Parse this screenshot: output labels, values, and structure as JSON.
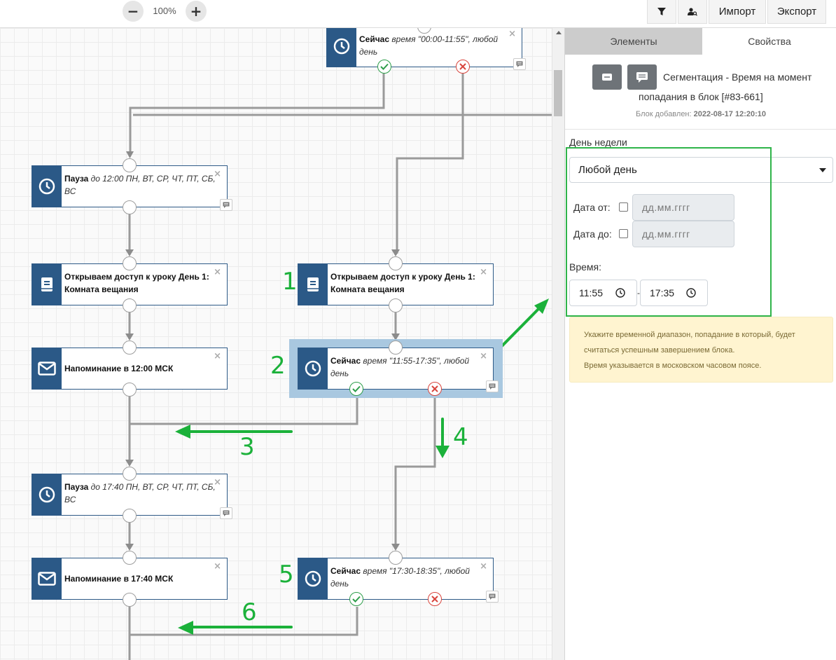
{
  "toolbar": {
    "zoom_out": "−",
    "zoom_level": "100%",
    "zoom_in": "+",
    "filter_icon": "filter-icon",
    "user_search_icon": "user-search-icon",
    "import_label": "Импорт",
    "export_label": "Экспорт"
  },
  "canvas": {
    "nodes": [
      {
        "id": "top",
        "title": "Сейчас",
        "detail": "время \"00:00-11:55\", любой день",
        "icon": "clock-icon"
      },
      {
        "id": "pause1",
        "title": "Пауза",
        "detail": "до 12:00 ПН, ВТ, СР, ЧТ, ПТ, СБ, ВС",
        "icon": "clock-icon"
      },
      {
        "id": "open_left",
        "title": "Открываем доступ к уроку День 1: Комната вещания",
        "detail": "",
        "icon": "book-icon"
      },
      {
        "id": "remind1",
        "title": "Напоминание в 12:00 МСК",
        "detail": "",
        "icon": "envelope-icon"
      },
      {
        "id": "pause2",
        "title": "Пауза",
        "detail": "до 17:40 ПН, ВТ, СР, ЧТ, ПТ, СБ, ВС",
        "icon": "clock-icon"
      },
      {
        "id": "remind2",
        "title": "Напоминание в 17:40 МСК",
        "detail": "",
        "icon": "envelope-icon"
      },
      {
        "id": "open_right",
        "title": "Открываем доступ к уроку День 1: Комната вещания",
        "detail": "",
        "icon": "book-icon"
      },
      {
        "id": "now2",
        "title": "Сейчас",
        "detail": "время \"11:55-17:35\", любой день",
        "icon": "clock-icon"
      },
      {
        "id": "now3",
        "title": "Сейчас",
        "detail": "время \"17:30-18:35\", любой день",
        "icon": "clock-icon"
      }
    ],
    "close_glyph": "×",
    "annotations": [
      "1",
      "2",
      "3",
      "4",
      "5",
      "6"
    ]
  },
  "panel": {
    "tabs": [
      "Элементы",
      "Свойства"
    ],
    "active_tab": "Свойства",
    "title_line1": "Сегментация - Время на момент",
    "title_line2": "попадания в блок [#83-661]",
    "added_label": "Блок добавлен:",
    "added_value": "2022-08-17 12:20:10",
    "weekday_label": "День недели",
    "weekday_value": "Любой день",
    "date_from_label": "Дата от:",
    "date_to_label": "Дата до:",
    "date_placeholder": "дд.мм.гггг",
    "time_label": "Время:",
    "time_from": "11:55",
    "time_to": "17:35",
    "time_separator": "-",
    "note_line1": "Укажите временной диапазон, попадание в который, будет",
    "note_line2": "считаться успешным завершением блока.",
    "note_line3": "Время указывается в московском часовом поясе."
  },
  "colors": {
    "node_icon_bg": "#2b5987",
    "ok_port": "#2e9e4a",
    "fail_port": "#d9453d",
    "annotation": "#1bb13a",
    "selection": "#a9c8e0",
    "note_bg": "#fff4d0"
  }
}
